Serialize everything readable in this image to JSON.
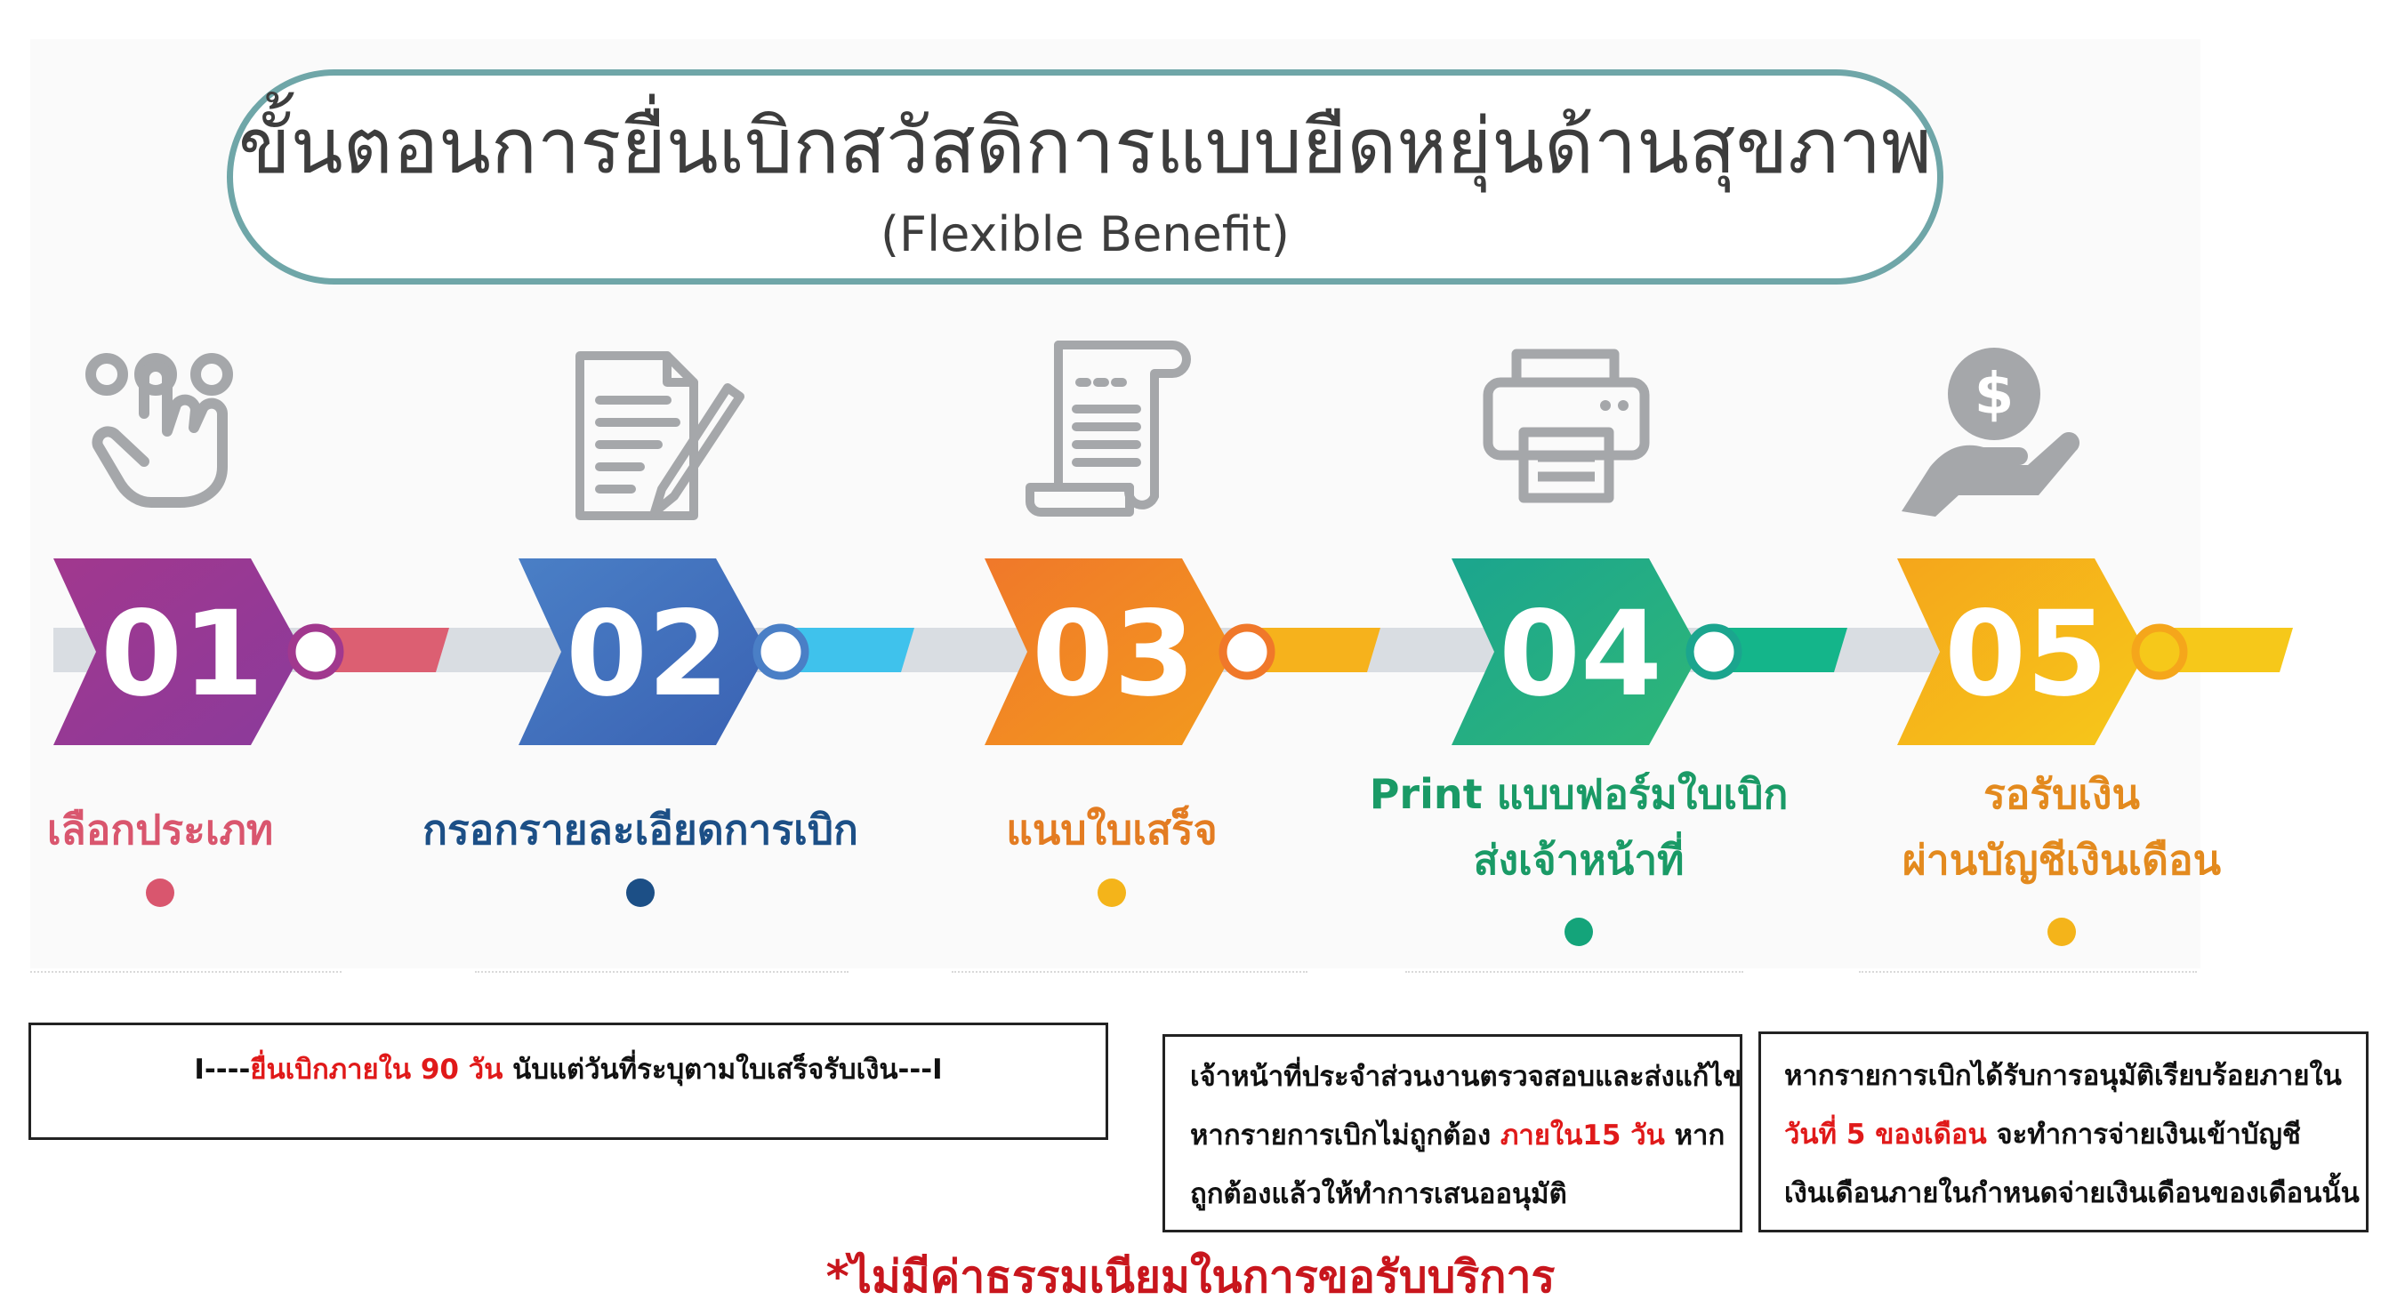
{
  "header": {
    "title": "ขั้นตอนการยื่นเบิกสวัสดิการแบบยืดหยุ่นด้านสุขภาพ",
    "subtitle": "(Flexible Benefit)"
  },
  "steps": [
    {
      "number": "01",
      "label_line1": "เลือกประเภท",
      "label_line2": "",
      "icon": "touch-hand-icon",
      "color": "#a1388e",
      "color2": "#8b3a9b",
      "connector": "#dc5f72",
      "text_color": "#d9566e",
      "dot": "#d9566e"
    },
    {
      "number": "02",
      "label_line1": "กรอกรายละเอียดการเบิก",
      "label_line2": "",
      "icon": "document-pen-icon",
      "color": "#4a7fc6",
      "color2": "#3a62b3",
      "connector": "#3fc2ec",
      "text_color": "#1c4f86",
      "dot": "#1c4f86"
    },
    {
      "number": "03",
      "label_line1": "แนบใบเสร็จ",
      "label_line2": "",
      "icon": "receipt-scroll-icon",
      "color": "#f0782a",
      "color2": "#f39a1d",
      "connector": "#f6b21c",
      "text_color": "#e37c22",
      "dot": "#f4b41a"
    },
    {
      "number": "04",
      "label_line1": "Print แบบฟอร์มใบเบิก",
      "label_line2": "ส่งเจ้าหน้าที่",
      "icon": "printer-icon",
      "color": "#1ba58e",
      "color2": "#2fb777",
      "connector": "#14b58a",
      "text_color": "#1a9a66",
      "dot": "#14a47a"
    },
    {
      "number": "05",
      "label_line1": "รอรับเงิน",
      "label_line2": "ผ่านบัญชีเงินเดือน",
      "icon": "money-hand-icon",
      "color": "#f5a61b",
      "color2": "#f6c81a",
      "connector": "#f6c81a",
      "text_color": "#e38a1e",
      "dot": "#f4b41a"
    }
  ],
  "notes": {
    "deadline": {
      "prefix": "I----",
      "highlight": "ยื่นเบิกภายใน 90 วัน",
      "suffix": " นับแต่วันที่ระบุตามใบเสร็จรับเงิน---I"
    },
    "review": {
      "line1": "เจ้าหน้าที่ประจำส่วนงานตรวจสอบและส่งแก้ไข",
      "line2_prefix": "หากรายการเบิกไม่ถูกต้อง ",
      "line2_highlight": "ภายใน15 วัน",
      "line2_suffix": " หาก",
      "line3": "ถูกต้องแล้วให้ทำการเสนออนุมัติ"
    },
    "payment": {
      "line1": "หากรายการเบิกได้รับการอนุมัติเรียบร้อยภายใน",
      "line2_highlight": "วันที่ 5 ของเดือน",
      "line2_suffix": " จะทำการจ่ายเงินเข้าบัญชี",
      "line3": "เงินเดือนภายในกำหนดจ่ายเงินเดือนของเดือนนั้น"
    }
  },
  "footer": "*ไม่มีค่าธรรมเนียมในการขอรับบริการ",
  "colors": {
    "track": "#d9dde2",
    "title_border": "#6fa6a8",
    "highlight": "#e01919"
  }
}
